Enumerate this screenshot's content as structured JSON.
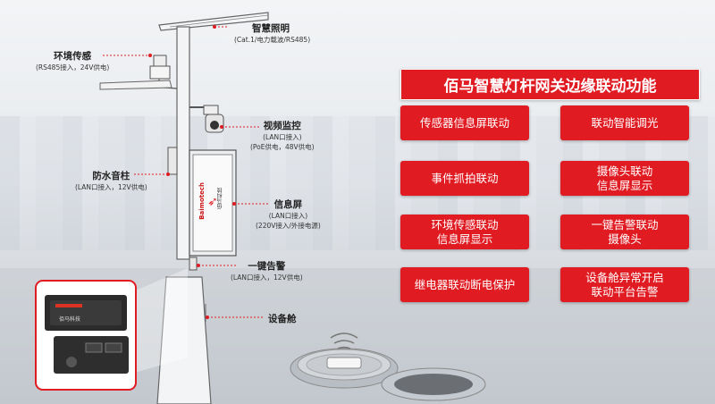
{
  "panel": {
    "title": "佰马智慧灯杆网关边缘联动功能",
    "features": [
      "传感器信息屏联动",
      "联动智能调光",
      "事件抓拍联动",
      "摄像头联动\n信息屏显示",
      "环境传感联动\n信息屏显示",
      "一键告警联动\n摄像头",
      "继电器联动断电保护",
      "设备舱异常开启\n联动平台告警"
    ]
  },
  "labels": {
    "lighting": {
      "title": "智慧照明",
      "sub": "(Cat.1/电力载波/RS485)"
    },
    "env": {
      "title": "环境传感",
      "sub": "(RS485接入，24V供电)"
    },
    "video": {
      "title": "视频监控",
      "sub1": "(LAN口接入)",
      "sub2": "(PoE供电，48V供电)"
    },
    "speaker": {
      "title": "防水音柱",
      "sub": "(LAN口接入，12V供电)"
    },
    "screen": {
      "title": "信息屏",
      "sub1": "(LAN口接入)",
      "sub2": "(220V接入/外接电源)"
    },
    "alarm": {
      "title": "一键告警",
      "sub": "(LAN口接入，12V供电)"
    },
    "cabin": {
      "title": "设备舱"
    }
  },
  "screen_logo": {
    "brand": "Baimotech",
    "cn": "佰马科技"
  },
  "device_label": "佰马科技",
  "colors": {
    "accent": "#e11b22",
    "dash": "#e11b22"
  }
}
